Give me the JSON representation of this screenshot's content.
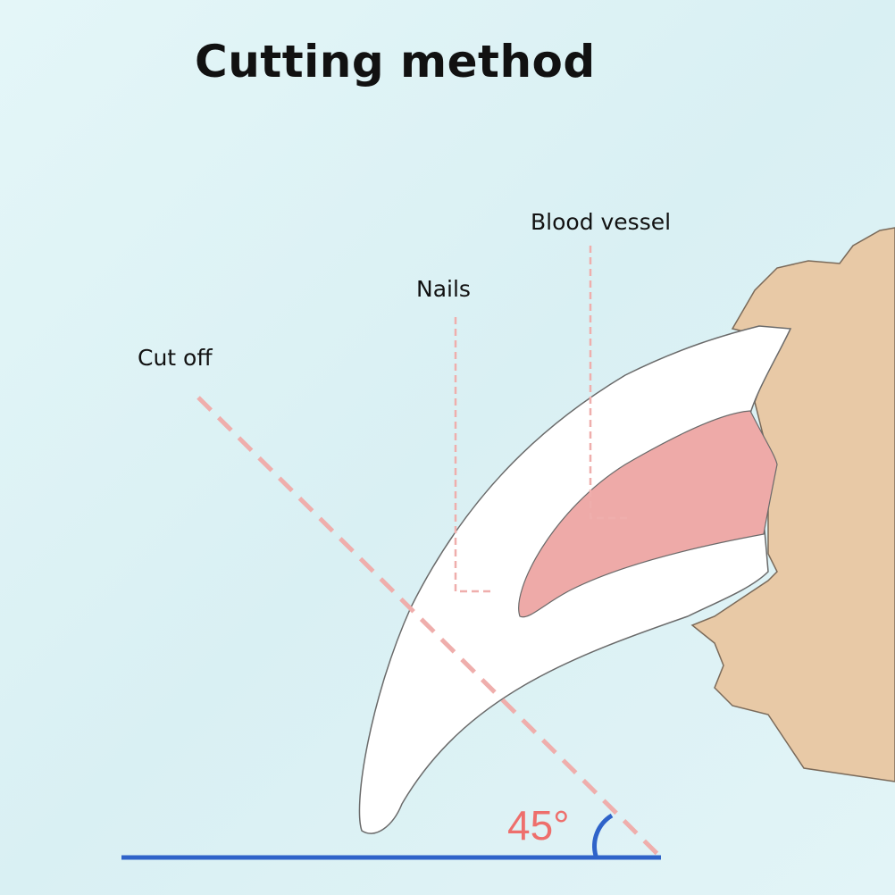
{
  "title": "Cutting method",
  "labels": {
    "cut_off": "Cut off",
    "nails": "Nails",
    "blood_vessel": "Blood vessel",
    "angle": "45°"
  },
  "colors": {
    "background": "#dff3f6",
    "claw": "#ffffff",
    "blood_vessel": "#eeaaa8",
    "paw": "#e8c9a6",
    "dash": "#efaeac",
    "angle_text": "#ee6f6c",
    "baseline": "#2f63c9"
  }
}
